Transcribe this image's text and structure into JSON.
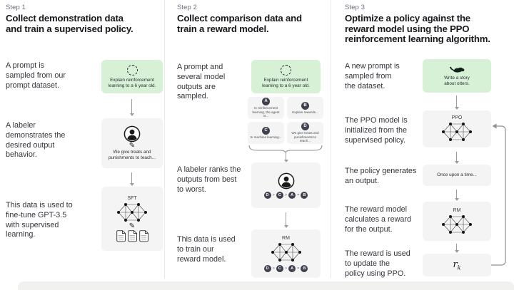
{
  "colors": {
    "prompt_box_green": "#d7f1d6",
    "process_box_gray": "#f4f4f4",
    "letter_badge": "#40414f",
    "heading_text": "#17181c",
    "step_label_gray": "#6e6e80",
    "arrow_gray": "#9b9b9b"
  },
  "step1": {
    "label": "Step 1",
    "heading_lines": [
      "Collect demonstration data",
      "and train a supervised policy."
    ],
    "row1_lines": [
      "A prompt is",
      "sampled from our",
      "prompt dataset."
    ],
    "prompt_box_lines": [
      "Explain reinforcement",
      "learning to a 6 year old."
    ],
    "row2_lines": [
      "A labeler",
      "demonstrates the",
      "desired output",
      "behavior."
    ],
    "labeler_box_lines": [
      "We give treats and",
      "punishments to teach..."
    ],
    "row3_lines": [
      "This data is used to",
      "fine-tune GPT-3.5",
      "with supervised",
      "learning."
    ],
    "sft_label": "SFT",
    "pencil_glyph": "✎"
  },
  "step2": {
    "label": "Step 2",
    "heading_lines": [
      "Collect comparison data and",
      "train a reward model."
    ],
    "row1_lines": [
      "A prompt and",
      "several model",
      "outputs are",
      "sampled."
    ],
    "prompt_box_lines": [
      "Explain reinforcement",
      "learning to a 6 year old."
    ],
    "outputs": [
      {
        "letter": "A",
        "text": "In reinforcement learning, the agent is..."
      },
      {
        "letter": "B",
        "text": "Explain rewards..."
      },
      {
        "letter": "C",
        "text": "In machine learning..."
      },
      {
        "letter": "D",
        "text": "We give treats and punishments to teach..."
      }
    ],
    "row2_lines": [
      "A labeler ranks the",
      "outputs from best",
      "to worst."
    ],
    "ranking": [
      "D",
      ">",
      "C",
      ">",
      "A",
      "=",
      "B"
    ],
    "row3_lines": [
      "This data is used",
      "to train our",
      "reward model."
    ],
    "rm_label": "RM"
  },
  "step3": {
    "label": "Step 3",
    "heading_lines": [
      "Optimize a policy against the",
      "reward model using the PPO",
      "reinforcement learning algorithm."
    ],
    "row1_lines": [
      "A new prompt is",
      "sampled from",
      "the dataset."
    ],
    "prompt_box_lines": [
      "Write a story",
      "about otters."
    ],
    "row2_lines": [
      "The PPO model is",
      "initialized from the",
      "supervised policy."
    ],
    "ppo_label": "PPO",
    "row3_lines": [
      "The policy generates",
      "an output."
    ],
    "output_box_text": "Once upon a time...",
    "row4_lines": [
      "The reward model",
      "calculates a reward",
      "for the output."
    ],
    "rm_label": "RM",
    "row5_lines": [
      "The reward is used",
      "to update the",
      "policy using PPO."
    ],
    "reward_symbol": "r",
    "reward_subscript": "k"
  }
}
